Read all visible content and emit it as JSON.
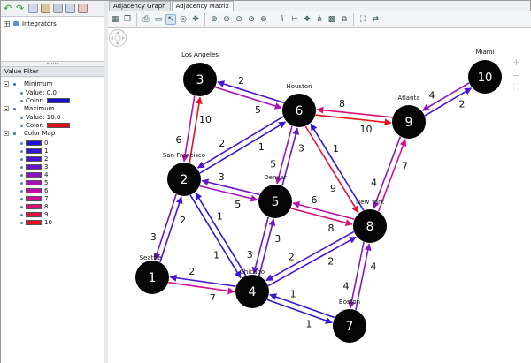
{
  "tabs": [
    {
      "label": "Adjacency Graph",
      "active": false
    },
    {
      "label": "Adjacency Matrix",
      "active": true
    }
  ],
  "tree": {
    "root_label": "Integrators"
  },
  "value_filter": {
    "title": "Value Filter",
    "minimum": {
      "label": "Minimum",
      "value_text": "Value: 0.0",
      "color_label": "Color:",
      "color": "#1a10d0"
    },
    "maximum": {
      "label": "Maximum",
      "value_text": "Value: 10.0",
      "color_label": "Color:",
      "color": "#e01018"
    },
    "color_map": {
      "label": "Color Map",
      "items": [
        {
          "label": "0",
          "color": "#1e14d8"
        },
        {
          "label": "1",
          "color": "#3516d6"
        },
        {
          "label": "2",
          "color": "#4a14d2"
        },
        {
          "label": "3",
          "color": "#6616c8"
        },
        {
          "label": "4",
          "color": "#8a14c0"
        },
        {
          "label": "5",
          "color": "#a812b6"
        },
        {
          "label": "6",
          "color": "#c210a8"
        },
        {
          "label": "7",
          "color": "#d20f90"
        },
        {
          "label": "8",
          "color": "#dc1070"
        },
        {
          "label": "9",
          "color": "#e21048"
        },
        {
          "label": "10",
          "color": "#e8101e"
        }
      ]
    }
  },
  "graph": {
    "nodes": [
      {
        "id": "1",
        "name": "Seattle"
      },
      {
        "id": "2",
        "name": "San Francisco"
      },
      {
        "id": "3",
        "name": "Los Angeles"
      },
      {
        "id": "4",
        "name": "Chicago"
      },
      {
        "id": "5",
        "name": "Denver"
      },
      {
        "id": "6",
        "name": "Houston"
      },
      {
        "id": "7",
        "name": "Boston"
      },
      {
        "id": "8",
        "name": "New York"
      },
      {
        "id": "9",
        "name": "Atlanta"
      },
      {
        "id": "10",
        "name": "Miami"
      }
    ],
    "edges": [
      {
        "from": "3",
        "to": "6",
        "weight": "5"
      },
      {
        "from": "6",
        "to": "3",
        "weight": "2"
      },
      {
        "from": "6",
        "to": "9",
        "weight": "10"
      },
      {
        "from": "9",
        "to": "6",
        "weight": "8"
      },
      {
        "from": "9",
        "to": "10",
        "weight": "2"
      },
      {
        "from": "10",
        "to": "9",
        "weight": "4"
      },
      {
        "from": "2",
        "to": "3",
        "weight": "10"
      },
      {
        "from": "3",
        "to": "2",
        "weight": "6"
      },
      {
        "from": "2",
        "to": "6",
        "weight": "1"
      },
      {
        "from": "6",
        "to": "2",
        "weight": "2"
      },
      {
        "from": "6",
        "to": "5",
        "weight": "5"
      },
      {
        "from": "5",
        "to": "6",
        "weight": "3"
      },
      {
        "from": "6",
        "to": "8",
        "weight": "9"
      },
      {
        "from": "8",
        "to": "6",
        "weight": "1"
      },
      {
        "from": "8",
        "to": "9",
        "weight": "7"
      },
      {
        "from": "9",
        "to": "8",
        "weight": "4"
      },
      {
        "from": "2",
        "to": "5",
        "weight": "5"
      },
      {
        "from": "5",
        "to": "2",
        "weight": "3"
      },
      {
        "from": "5",
        "to": "8",
        "weight": "8"
      },
      {
        "from": "8",
        "to": "5",
        "weight": "6"
      },
      {
        "from": "2",
        "to": "1",
        "weight": "3"
      },
      {
        "from": "1",
        "to": "2",
        "weight": "2"
      },
      {
        "from": "2",
        "to": "4",
        "weight": "1"
      },
      {
        "from": "4",
        "to": "2",
        "weight": "1"
      },
      {
        "from": "5",
        "to": "4",
        "weight": "3"
      },
      {
        "from": "4",
        "to": "5",
        "weight": "3"
      },
      {
        "from": "8",
        "to": "4",
        "weight": "2"
      },
      {
        "from": "4",
        "to": "8",
        "weight": "2"
      },
      {
        "from": "1",
        "to": "4",
        "weight": "7"
      },
      {
        "from": "4",
        "to": "1",
        "weight": "2"
      },
      {
        "from": "4",
        "to": "7",
        "weight": "1"
      },
      {
        "from": "7",
        "to": "4",
        "weight": "1"
      },
      {
        "from": "8",
        "to": "7",
        "weight": "4"
      },
      {
        "from": "7",
        "to": "8",
        "weight": "4"
      }
    ]
  },
  "colors": {
    "node_fill": "#050505",
    "node_text": "#ffffff",
    "edge_low": "#1e14d8",
    "edge_high": "#e8101e"
  }
}
